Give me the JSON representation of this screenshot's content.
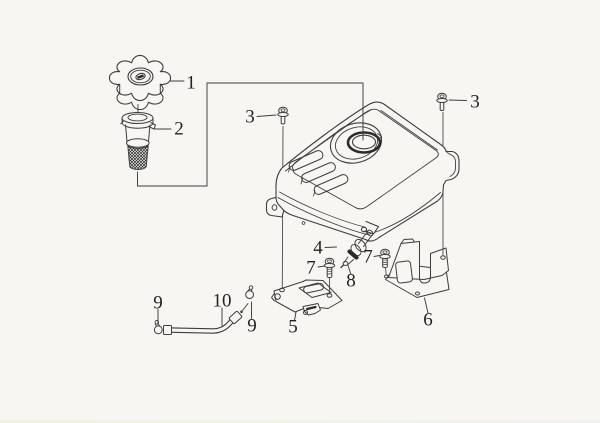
{
  "colors": {
    "background": "#f7f6f2",
    "line": "#3d3d3d",
    "label": "#222222"
  },
  "callouts": [
    {
      "label": "1"
    },
    {
      "label": "2"
    },
    {
      "label": "3"
    },
    {
      "label": "3"
    },
    {
      "label": "4"
    },
    {
      "label": "7"
    },
    {
      "label": "7"
    },
    {
      "label": "8"
    },
    {
      "label": "5"
    },
    {
      "label": "6"
    },
    {
      "label": "9"
    },
    {
      "label": "10"
    },
    {
      "label": "9"
    }
  ]
}
